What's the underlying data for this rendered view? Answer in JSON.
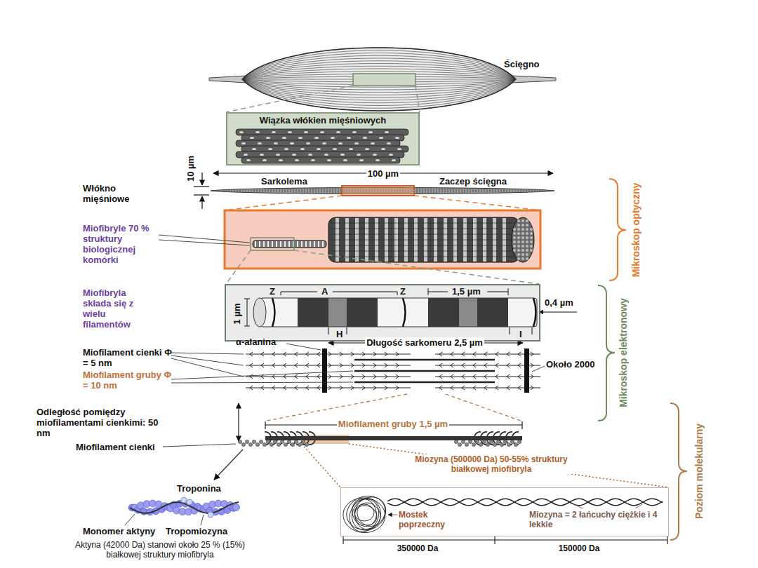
{
  "diagram": {
    "nodes": [
      {
        "text": [
          "Wiązka włókien mięśniowych"
        ]
      },
      {
        "text": [
          "Z",
          "A",
          "Z",
          "1,5 µm",
          "1 µm",
          "H",
          "I"
        ]
      },
      {
        "text": [
          "Mostek poprzeczny",
          "Miozyna = 2 łańcuchy ciężkie i 4 lekkie"
        ]
      }
    ],
    "labels": [
      "Ścięgno",
      "10 µm",
      "100 µm",
      "Włókno mięśniowe",
      "Sarkolema",
      "Zaczep ścięgna",
      "Miofibryle 70 % struktury biologicznej komórki",
      "Mikroskop optyczny",
      "Miofibryla składa się z wielu filamentów",
      "0,4 µm",
      "Mikroskop elektronowy",
      "Miofilament cienki Φ = 5 nm",
      "Miofilament gruby Φ = 10 nm",
      "α-alanina",
      "Długość sarkomeru 2,5 µm",
      "Około 2000",
      "Odległość pomiędzy miofilamentami cienkimi: 50 nm",
      "Miofilament gruby 1,5 µm",
      "Miofilament cienki",
      "Miozyna (500000 Da) 50-55% struktury białkowej miofibryla",
      "Poziom molekularny",
      "Troponina",
      "Monomer aktyny",
      "Tropomiozyna",
      "Aktyna (42000 Da) stanowi około 25 % (15%) białkowej struktury miofibryla",
      "350000 Da",
      "150000 Da"
    ]
  }
}
